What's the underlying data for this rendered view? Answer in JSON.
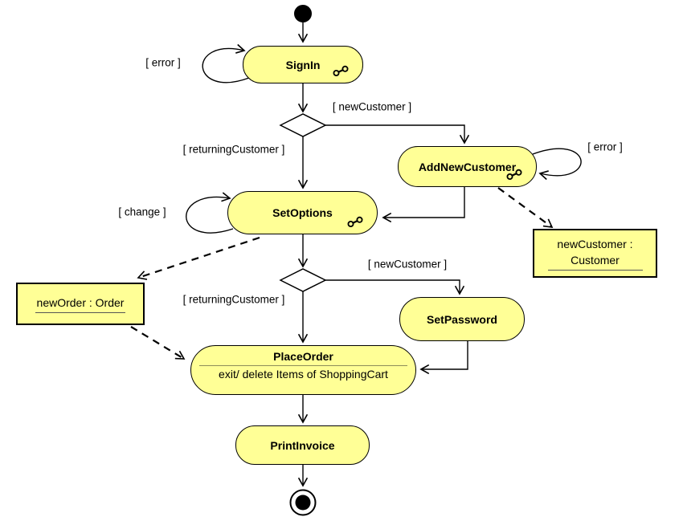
{
  "diagram_type": "uml-activity-diagram",
  "nodes": {
    "signin": {
      "label": "SignIn",
      "icon": "subactivity-icon"
    },
    "addnewcustomer": {
      "label": "AddNewCustomer",
      "icon": "subactivity-icon"
    },
    "setoptions": {
      "label": "SetOptions",
      "icon": "subactivity-icon"
    },
    "setpassword": {
      "label": "SetPassword"
    },
    "placeorder": {
      "label": "PlaceOrder",
      "action": "exit/ delete Items of ShoppingCart"
    },
    "printinvoice": {
      "label": "PrintInvoice"
    }
  },
  "objects": {
    "newcustomer": {
      "name_line1": "newCustomer :",
      "name_line2": "Customer"
    },
    "neworder": {
      "name": "newOrder : Order"
    }
  },
  "guards": {
    "signin_error": "[ error ]",
    "addnewcustomer_error": "[ error ]",
    "decision1_newcustomer": "[ newCustomer ]",
    "decision1_returningcustomer": "[ returningCustomer ]",
    "setoptions_change": "[ change ]",
    "decision2_newcustomer": "[ newCustomer ]",
    "decision2_returningcustomer": "[ returningCustomer ]"
  },
  "colors": {
    "node_fill": "#FFFF96",
    "node_border": "#000000",
    "edge": "#000000",
    "background": "#FFFFFF"
  }
}
